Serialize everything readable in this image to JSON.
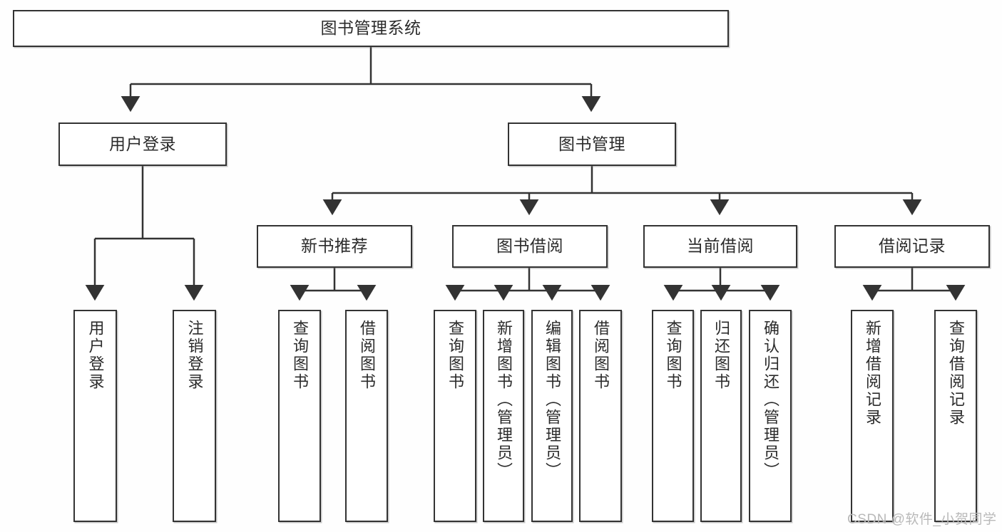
{
  "diagram": {
    "title": "图书管理系统",
    "type": "tree-hierarchy",
    "orientation": "top-down",
    "colors": {
      "background": "#fefefe",
      "box_border": "#333333",
      "box_fill": "#ffffff",
      "connector": "#333333",
      "text": "#2b2b2b",
      "watermark": "#b9b9b9"
    },
    "levels": [
      {
        "level": 1,
        "nodes": [
          "root"
        ]
      },
      {
        "level": 2,
        "nodes": [
          "user-login",
          "book-management"
        ]
      },
      {
        "level": 3,
        "nodes": [
          "new-book-recommend",
          "book-borrow",
          "current-borrow",
          "borrow-record"
        ]
      },
      {
        "level": 4,
        "nodes": [
          "leaves"
        ]
      }
    ]
  },
  "nodes": {
    "root": {
      "label": "图书管理系统"
    },
    "level2": [
      {
        "id": "user-login",
        "label": "用户登录"
      },
      {
        "id": "book-management",
        "label": "图书管理"
      }
    ],
    "level3": [
      {
        "id": "new-book-recommend",
        "label": "新书推荐"
      },
      {
        "id": "book-borrow",
        "label": "图书借阅"
      },
      {
        "id": "current-borrow",
        "label": "当前借阅"
      },
      {
        "id": "borrow-record",
        "label": "借阅记录"
      }
    ],
    "leaves": [
      {
        "id": "leaf-user-login",
        "parent": "user-login",
        "label": "用户登录"
      },
      {
        "id": "leaf-logout",
        "parent": "user-login",
        "label": "注销登录"
      },
      {
        "id": "leaf-query-book-1",
        "parent": "new-book-recommend",
        "label": "查询图书"
      },
      {
        "id": "leaf-borrow-book-1",
        "parent": "new-book-recommend",
        "label": "借阅图书"
      },
      {
        "id": "leaf-query-book-2",
        "parent": "book-borrow",
        "label": "查询图书"
      },
      {
        "id": "leaf-add-book",
        "parent": "book-borrow",
        "label": "新增图书（管理员）"
      },
      {
        "id": "leaf-edit-book",
        "parent": "book-borrow",
        "label": "编辑图书（管理员）"
      },
      {
        "id": "leaf-borrow-book-2",
        "parent": "book-borrow",
        "label": "借阅图书"
      },
      {
        "id": "leaf-query-book-3",
        "parent": "current-borrow",
        "label": "查询图书"
      },
      {
        "id": "leaf-return-book",
        "parent": "current-borrow",
        "label": "归还图书"
      },
      {
        "id": "leaf-confirm-return",
        "parent": "current-borrow",
        "label": "确认归还（管理员）"
      },
      {
        "id": "leaf-add-record",
        "parent": "borrow-record",
        "label": "新增借阅记录"
      },
      {
        "id": "leaf-query-record",
        "parent": "borrow-record",
        "label": "查询借阅记录"
      }
    ]
  },
  "watermark": {
    "text": "CSDN @软件_小贺同学"
  }
}
